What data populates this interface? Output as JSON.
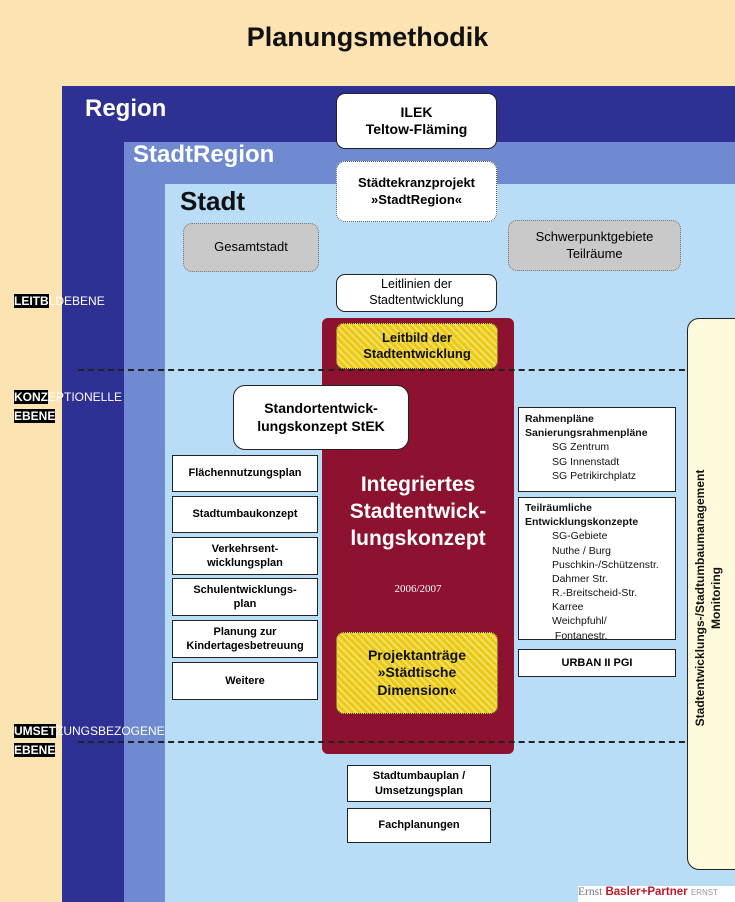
{
  "title": "Planungsmethodik",
  "levels": {
    "region": "Region",
    "stadtregion": "StadtRegion",
    "stadt": "Stadt"
  },
  "ilek": "ILEK\nTeltow-Fläming",
  "staedtekranz": "Städtekranzprojekt\n»StadtRegion«",
  "gesamtstadt": "Gesamtstadt",
  "schwerpunkt": "Schwerpunktgebiete\nTeilräume",
  "leitlinien": "Leitlinien der\nStadtentwicklung",
  "leitbild": "Leitbild der\nStadtentwicklung",
  "integriert": {
    "title": "Integriertes\nStadtentwick-\nlungskonzept",
    "year": "2006/2007"
  },
  "projektantraege": "Projektanträge\n»Städtische\nDimension«",
  "standort": "Standortentwick-\nlungskonzept StEK",
  "left_boxes": [
    "Flächennutzungsplan",
    "Stadtumbaukonzept",
    "Verkehrsent-\nwicklungsplan",
    "Schulentwicklungs-\nplan",
    "Planung zur\nKindertagesbetreuung",
    "Weitere"
  ],
  "rahmen": {
    "heading": "Rahmenpläne\nSanierungsrahmenpläne",
    "items": [
      "SG Zentrum",
      "SG Innenstadt",
      "SG Petrikirchplatz"
    ]
  },
  "teilraum": {
    "heading": "Teilräumliche\nEntwicklungskonzepte",
    "items": [
      "SG-Gebiete",
      "Nuthe / Burg",
      "Puschkin-/Schützenstr.",
      "Dahmer Str.",
      "R.-Breitscheid-Str.",
      "Karree",
      "Weichpfuhl/",
      " Fontanestr."
    ]
  },
  "urban": "URBAN II PGI",
  "stadtumbauplan": "Stadtumbauplan /\nUmsetzungsplan",
  "fachplanungen": "Fachplanungen",
  "ebenen": {
    "leitbild": {
      "hl": "LEITB",
      "rest": "LDEBENE"
    },
    "konzept": {
      "hl1": "KONZ",
      "rest1": "EPTIONELLE",
      "hl2": "EBENE"
    },
    "umsetz": {
      "hl1": "UMSET",
      "rest1": "ZUNGSBEZOGENE",
      "hl2": "EBENE"
    }
  },
  "monitoring": "Stadtentwicklungs-/Stadtumbaumanagement\nMonitoring",
  "logo": {
    "a": "Ernst",
    "b": "Basler+Partner",
    "c": "ERNST"
  },
  "colors": {
    "background": "#fce3b2",
    "region": "#2e3193",
    "stadtregion": "#6f8ad0",
    "stadt": "#b9dcf7",
    "red_panel": "#8c1230",
    "hatch": "#e9c91c"
  }
}
